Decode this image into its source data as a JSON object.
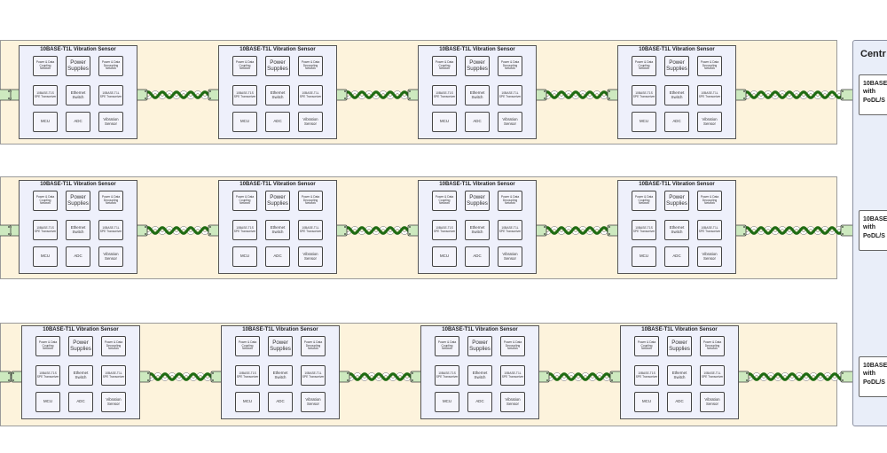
{
  "sensor": {
    "title": "10BASE-T1L Vibration Sensor",
    "blocks": {
      "coupling": "Power & Data Coupling Network",
      "power": "Power Supplies",
      "decoupling": "Power & Data Decoupling Network",
      "t1s": "10BASE-T1S SPE Transceiver",
      "switch": "Ethernet Switch",
      "t1l": "10BASE-T1L SPE Transceiver",
      "mcu": "MCU",
      "adc": "ADC",
      "vib": "Vibration Sensor"
    }
  },
  "central": {
    "title": "Centr",
    "port_lines": [
      "10BASE",
      "with",
      "PoDL/S"
    ]
  },
  "colors": {
    "row_fill": "#fdf3dc",
    "sensor_fill": "#eef0fb",
    "cable_dark": "#1f6b12",
    "cable_light": "#ffffff",
    "connector": "#cde9bf",
    "central_fill": "#e9eef9"
  }
}
